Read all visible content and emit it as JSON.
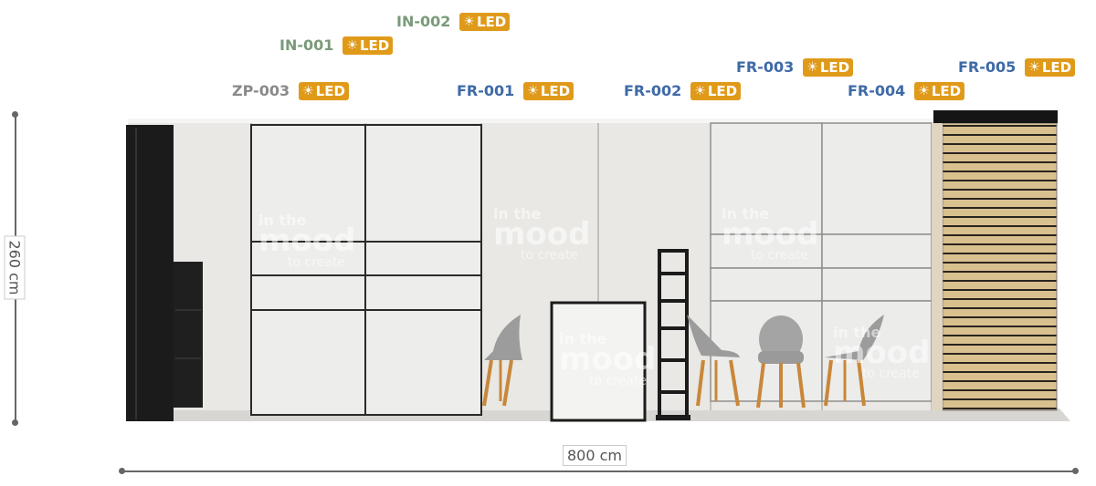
{
  "colors": {
    "fr": "#3f6aa6",
    "in": "#7a9a7a",
    "zp": "#8a8a8a",
    "led_bg": "#e09a1a",
    "wall": "#e9e8e4",
    "dark": "#1b1b1b",
    "wood": "#d9c18f"
  },
  "labels": [
    {
      "code": "IN-002",
      "group": "in",
      "led": "LED"
    },
    {
      "code": "IN-001",
      "group": "in",
      "led": "LED"
    },
    {
      "code": "ZP-003",
      "group": "zp",
      "led": "LED"
    },
    {
      "code": "FR-001",
      "group": "fr",
      "led": "LED"
    },
    {
      "code": "FR-002",
      "group": "fr",
      "led": "LED"
    },
    {
      "code": "FR-003",
      "group": "fr",
      "led": "LED"
    },
    {
      "code": "FR-004",
      "group": "fr",
      "led": "LED"
    },
    {
      "code": "FR-005",
      "group": "fr",
      "led": "LED"
    }
  ],
  "dimensions": {
    "width": "800 cm",
    "height": "260 cm"
  },
  "wall_graphic": {
    "line1": "in the",
    "line2": "mood",
    "line3": "to create"
  },
  "icons": {
    "led": "sun-icon"
  }
}
